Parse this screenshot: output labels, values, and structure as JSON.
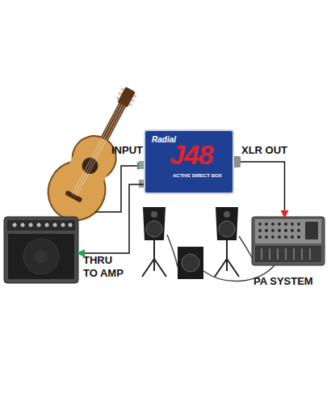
{
  "diagram": {
    "nodes": [
      {
        "text": [
          "Radial",
          "J48",
          "ACTIVE DIRECT BOX"
        ]
      },
      {
        "text": [
          "THRU TO AMP"
        ]
      },
      {
        "text": [
          "PA SYSTEM"
        ]
      }
    ],
    "edges": [
      {
        "from": 0,
        "to": 1,
        "arrow": "to"
      },
      {
        "from": 0,
        "to": 2,
        "label": "XLR OUT",
        "arrow": "to"
      }
    ],
    "labels": [
      "INPUT"
    ]
  }
}
